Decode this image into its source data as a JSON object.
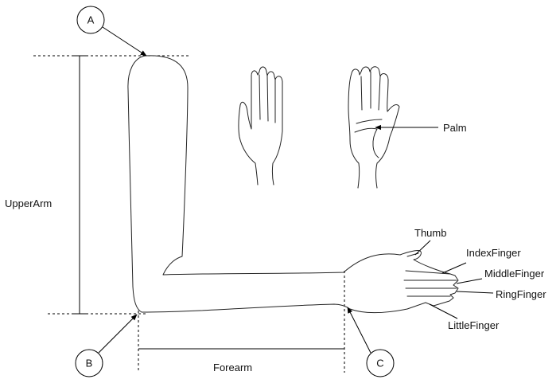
{
  "markers": {
    "a": "A",
    "b": "B",
    "c": "C"
  },
  "labels": {
    "upper_arm": "UpperArm",
    "forearm": "Forearm",
    "palm": "Palm",
    "thumb": "Thumb",
    "index_finger": "IndexFinger",
    "middle_finger": "MiddleFinger",
    "ring_finger": "RingFinger",
    "little_finger": "LittleFinger"
  }
}
